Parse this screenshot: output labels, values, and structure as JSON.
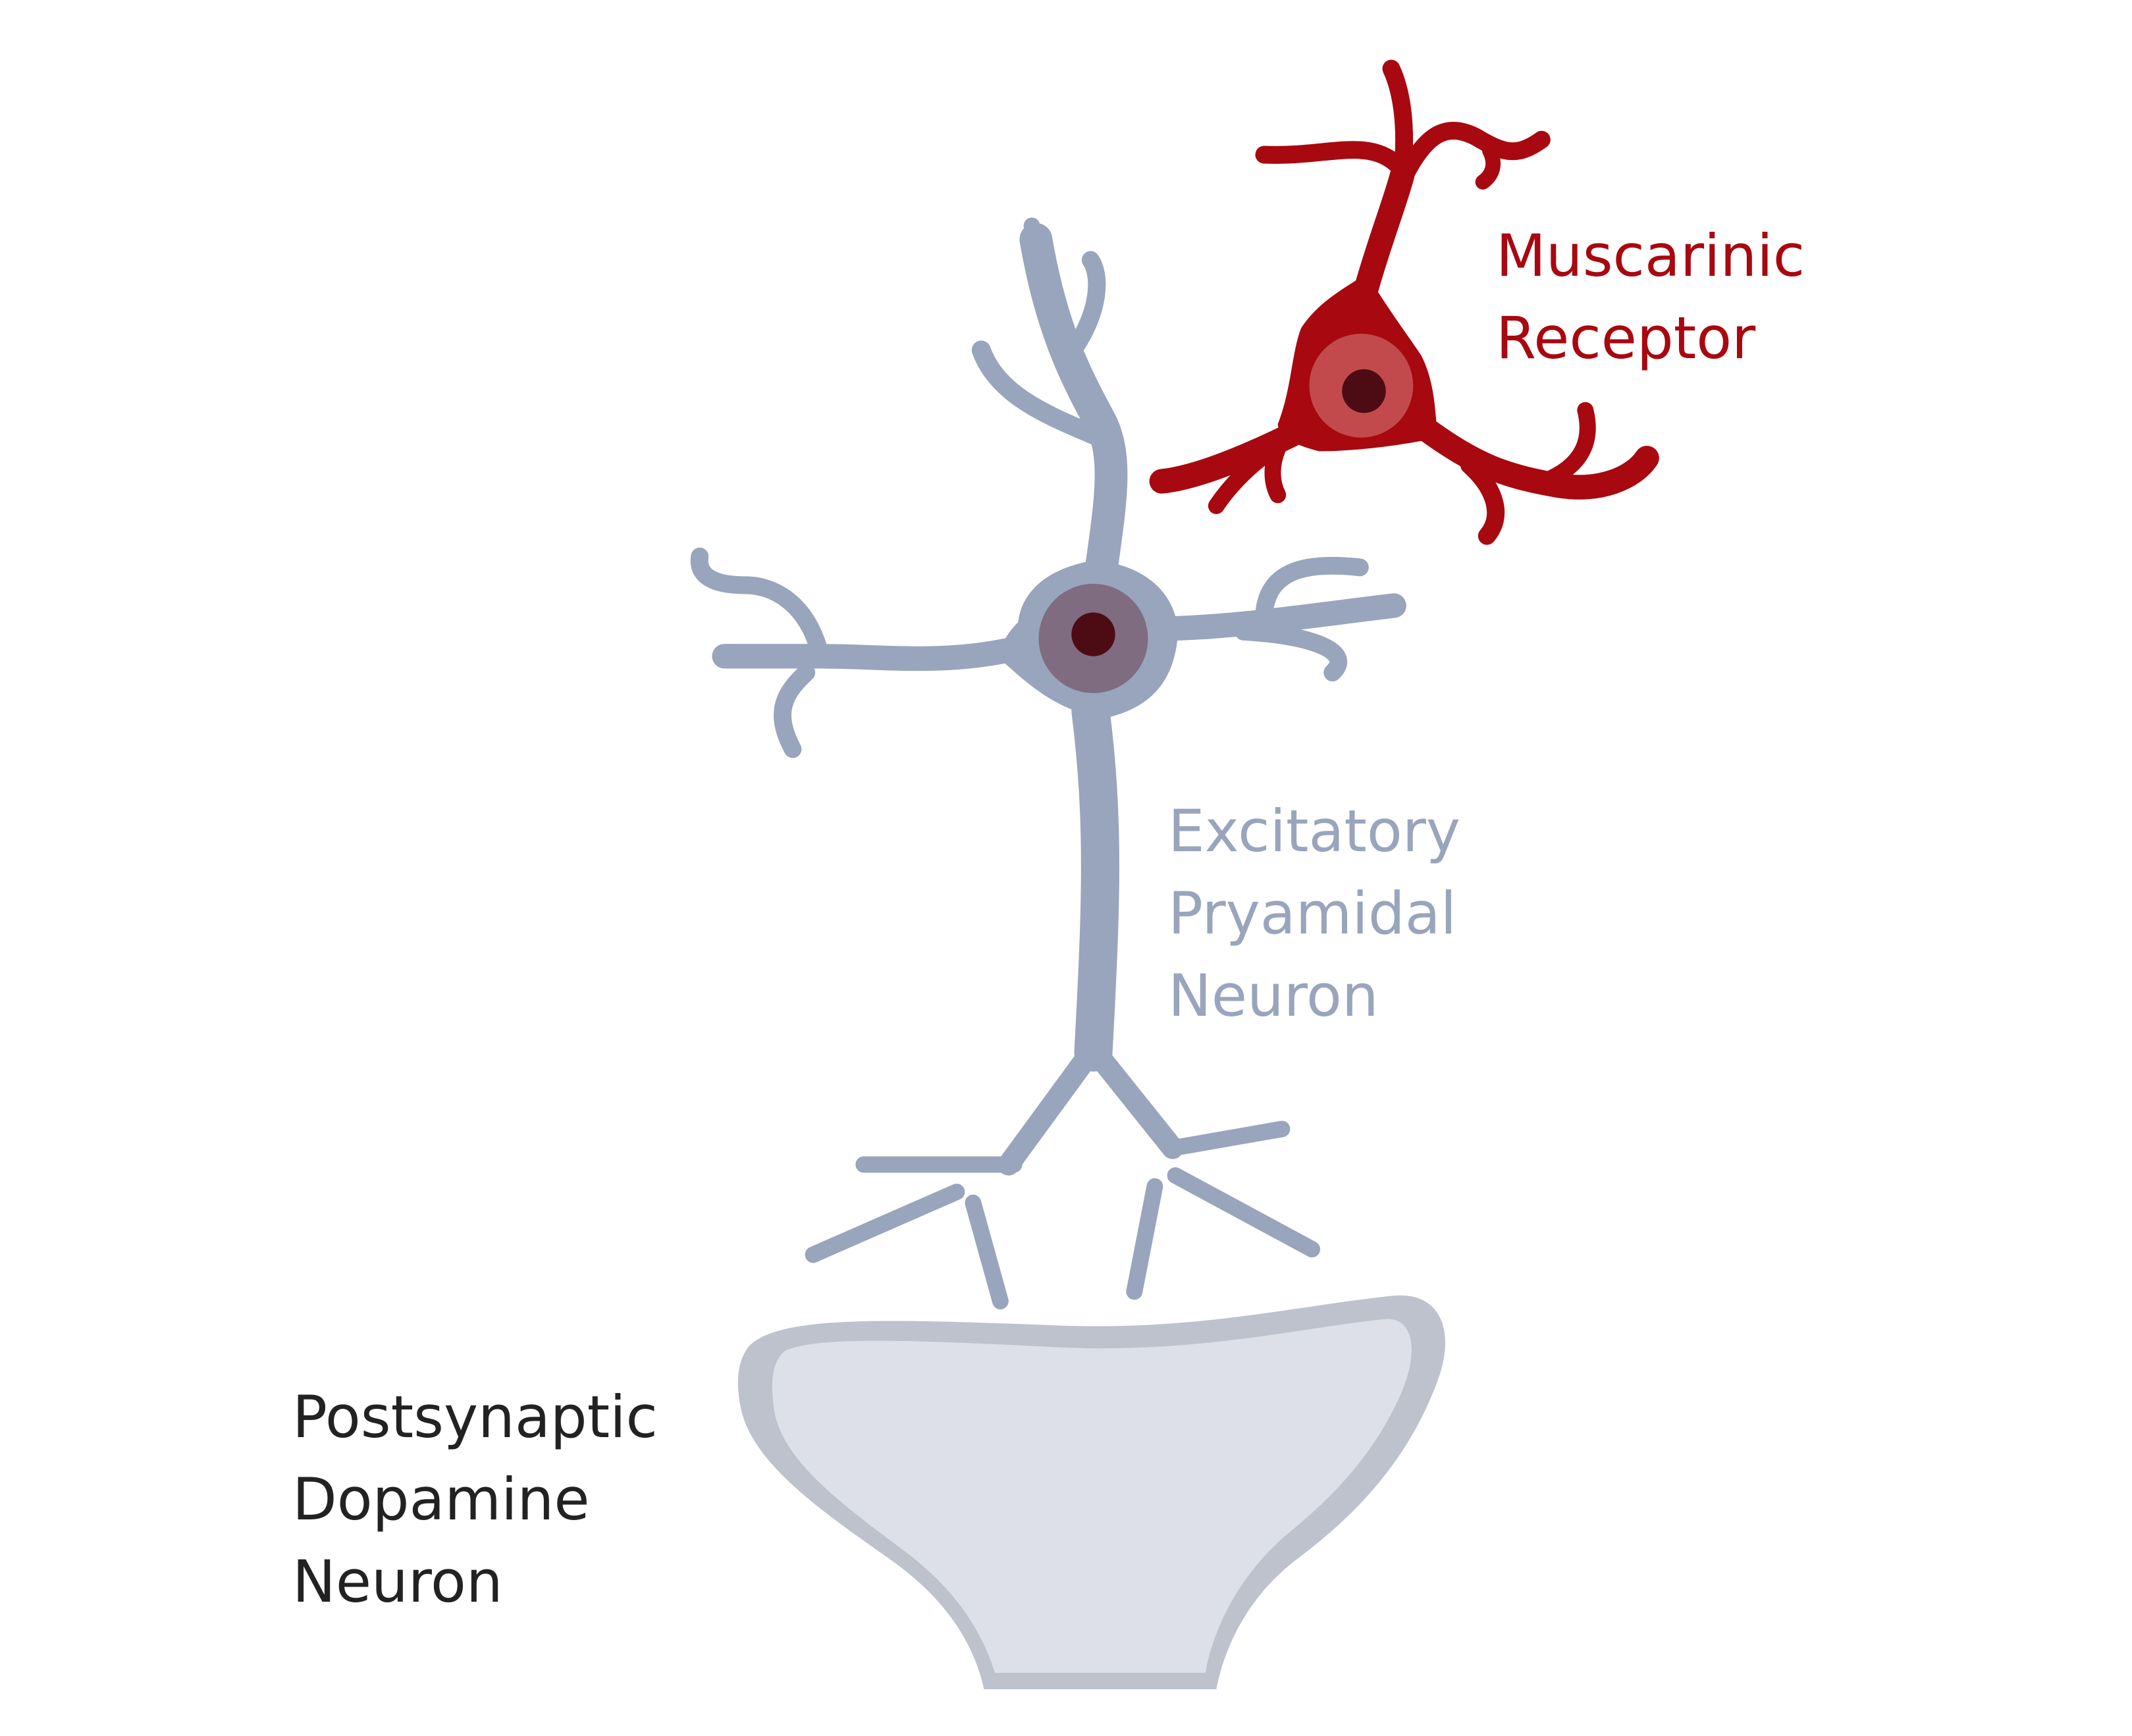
{
  "colors": {
    "background": "#ffffff",
    "muscarinic": "#a8080f",
    "muscarinic_nucleus": "#c24a4d",
    "muscarinic_nucleolus": "#4d0b13",
    "pyramidal": "#98a5bc",
    "pyramidal_nucleus": "#7f6c81",
    "pyramidal_nucleolus": "#4d0b13",
    "dopamine_rim": "#bdc2cd",
    "dopamine_fill": "#dde0e8",
    "dopamine_label": "#222222"
  },
  "labels": {
    "muscarinic": [
      "Muscarinic",
      "Receptor"
    ],
    "pyramidal": [
      "Excitatory",
      "Pryamidal",
      "Neuron"
    ],
    "dopamine": [
      "Postsynaptic",
      "Dopamine",
      "Neuron"
    ]
  }
}
